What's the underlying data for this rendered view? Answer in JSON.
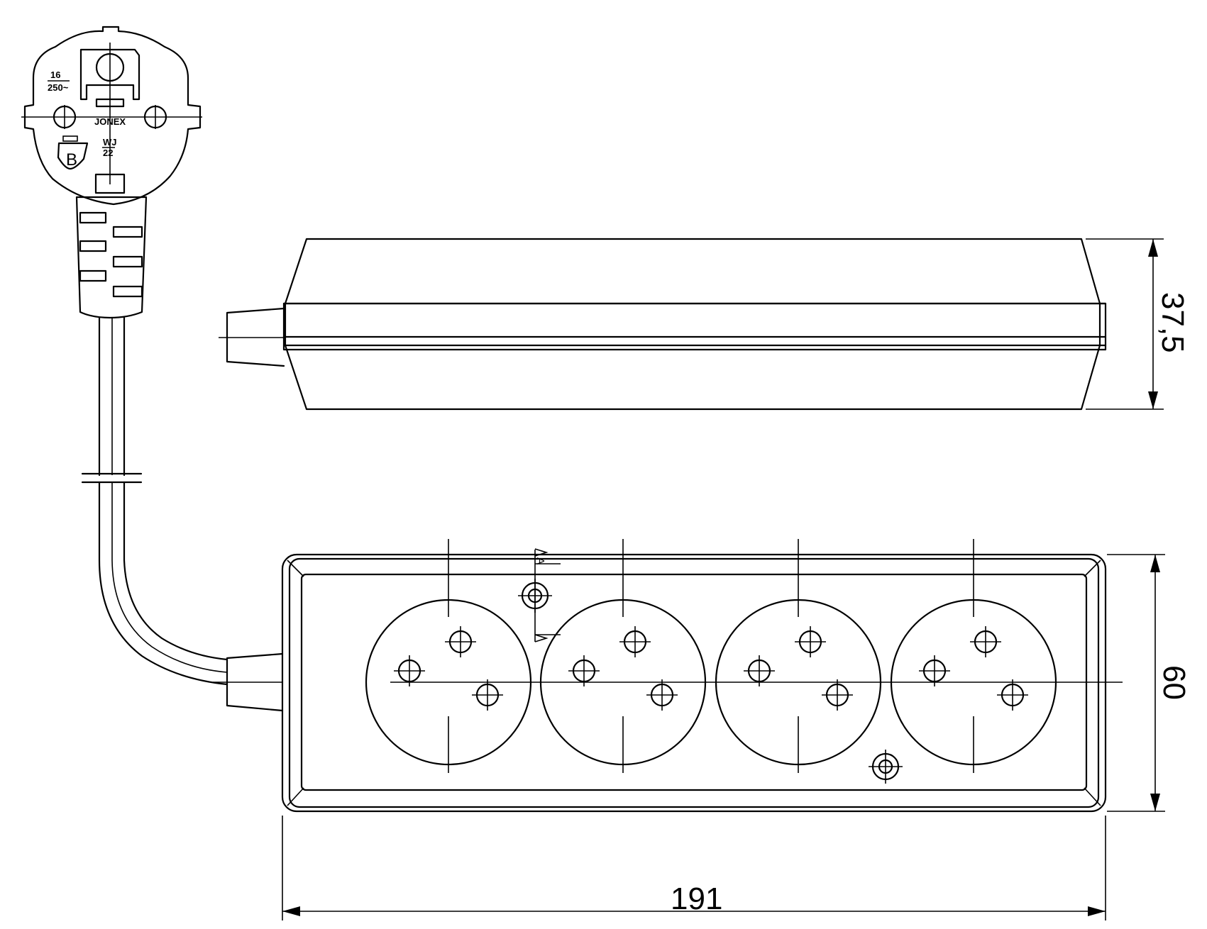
{
  "plug": {
    "rating_current": "16",
    "rating_voltage": "250~",
    "brand": "JONEX",
    "cert_letter": "B",
    "code_line1": "WJ",
    "code_line2": "22"
  },
  "dimensions": {
    "length": "191",
    "width": "60",
    "height": "37,5"
  },
  "socket_count": 4,
  "section_marker": "A"
}
